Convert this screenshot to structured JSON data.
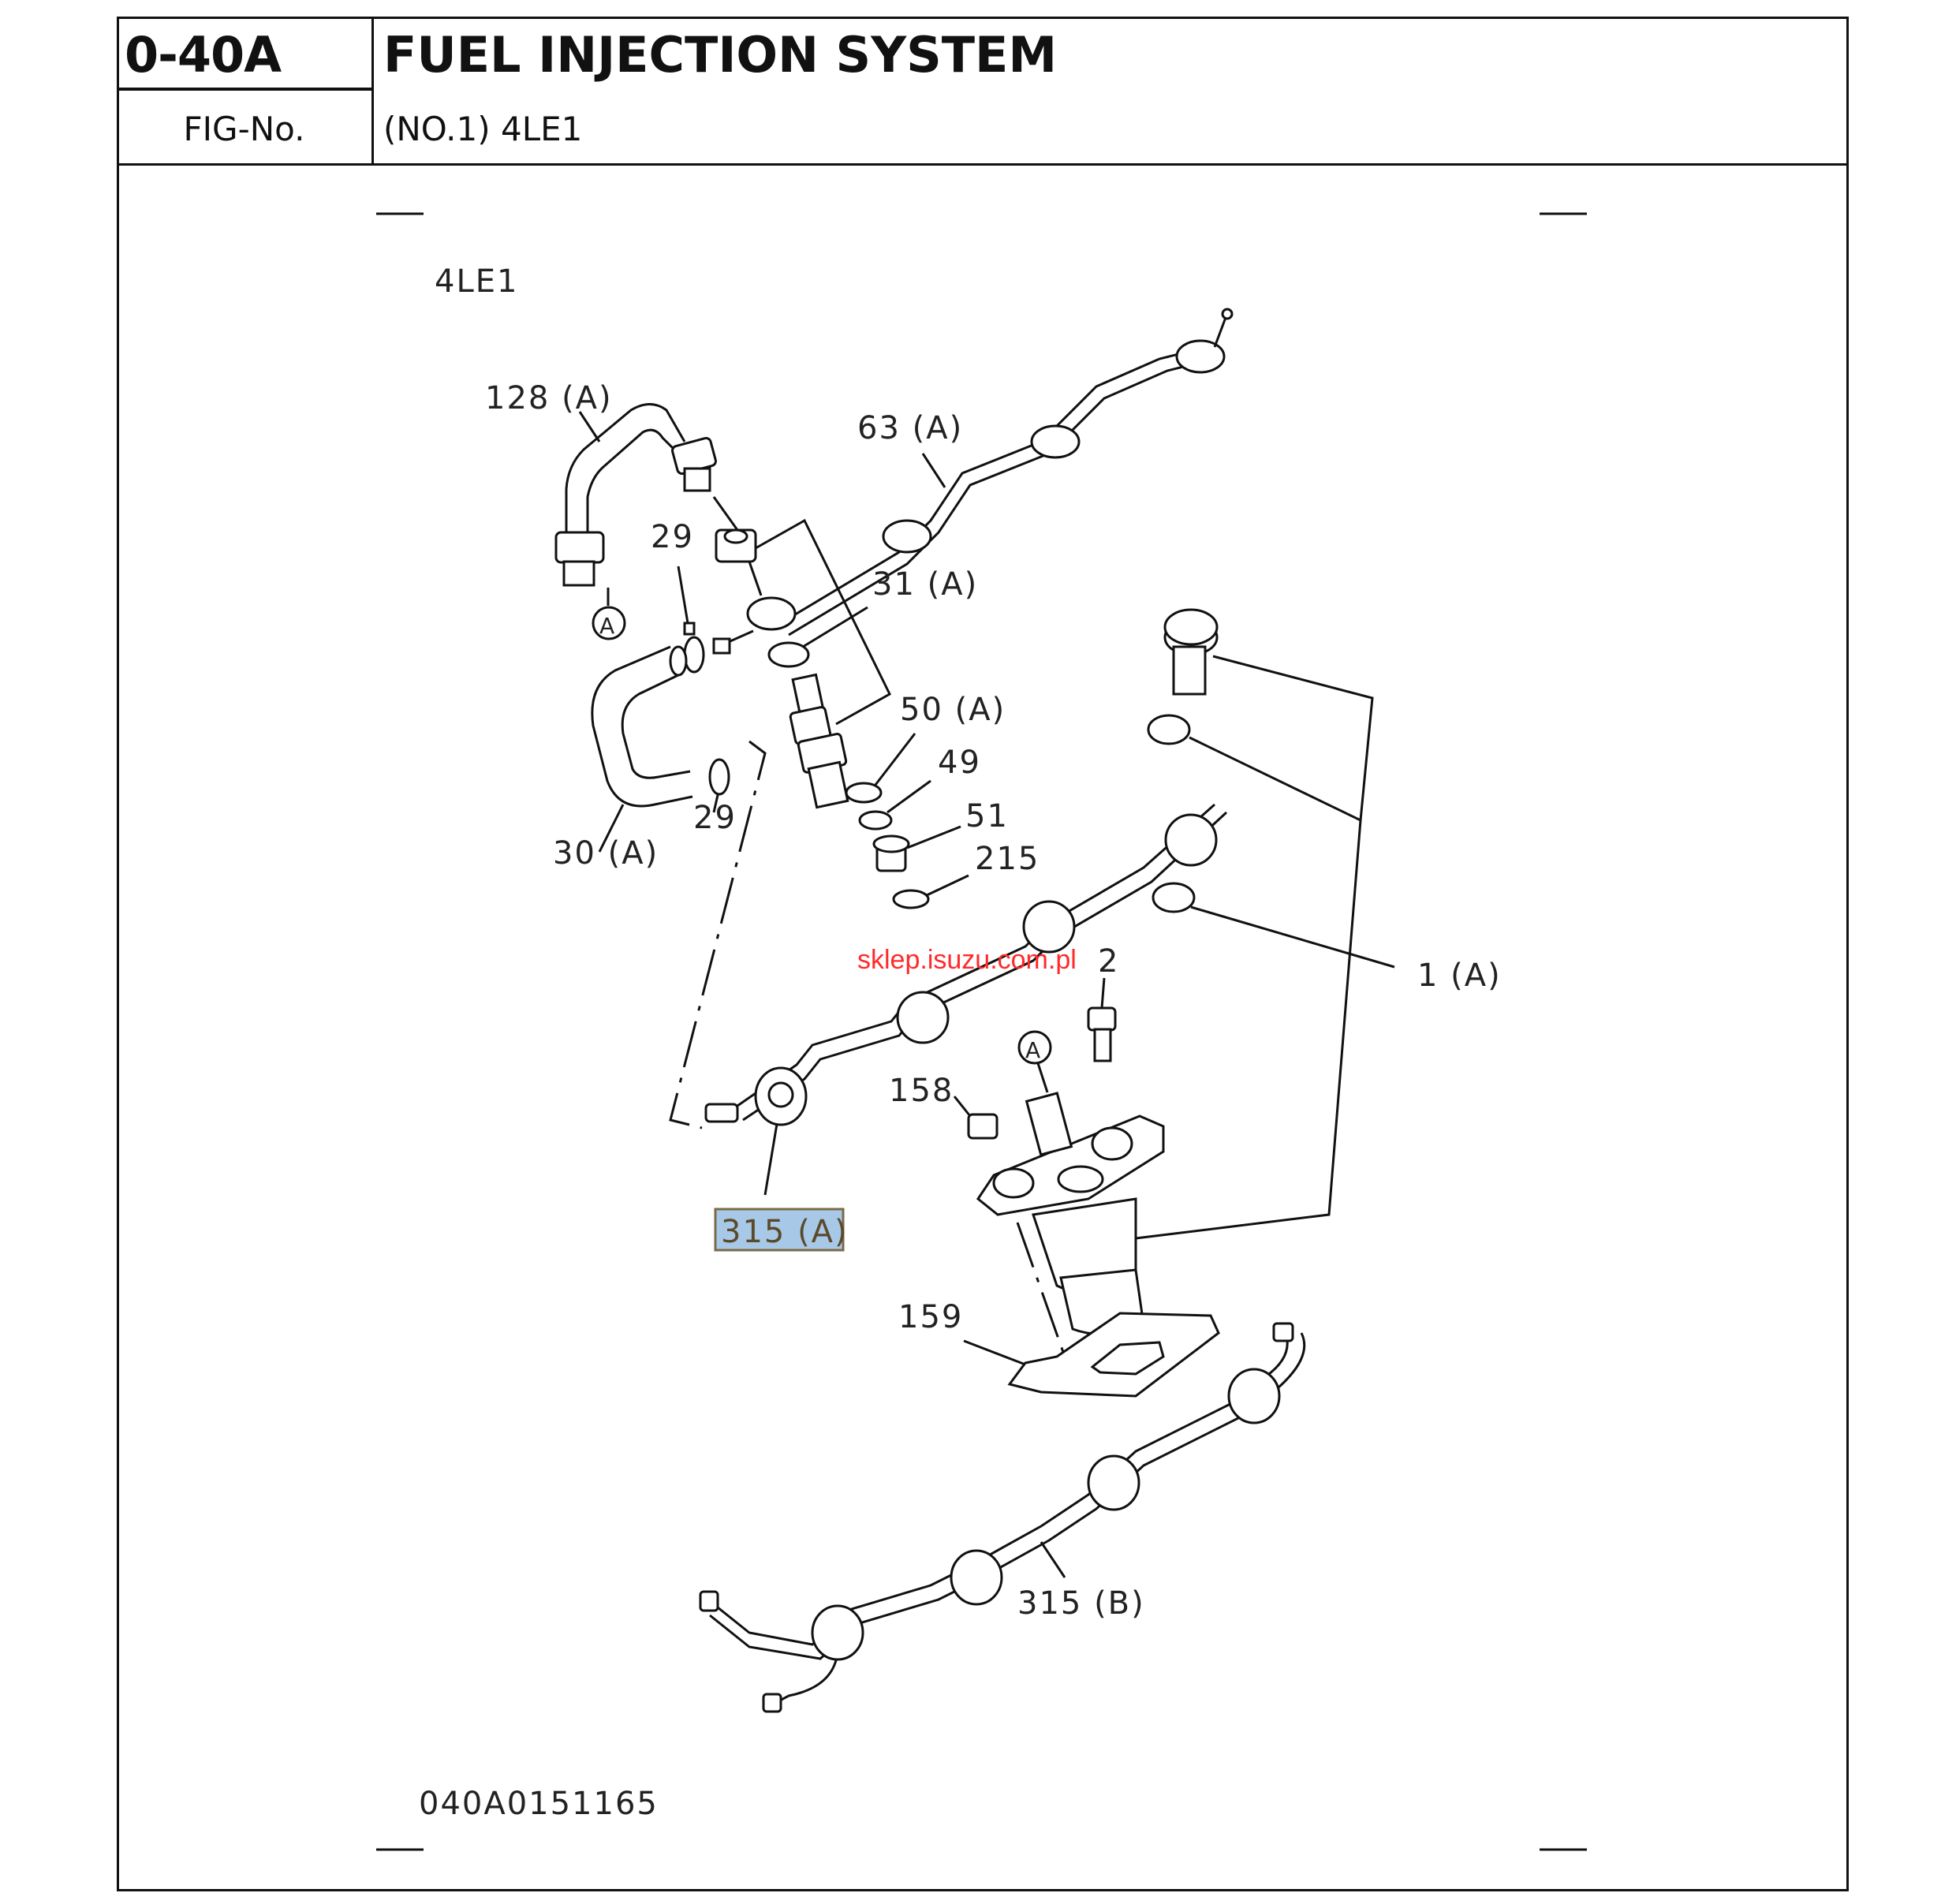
{
  "header": {
    "code": "0-40A",
    "title": "FUEL INJECTION SYSTEM",
    "fig_label": "FIG-No.",
    "subtitle": "(NO.1) 4LE1"
  },
  "diagram": {
    "model_label": "4LE1",
    "drawing_number": "040A0151165",
    "watermark": "sklep.isuzu.com.pl",
    "highlight_color": "#a8c8e8",
    "watermark_color": "#ff2a2a",
    "callouts": [
      {
        "id": "128A",
        "label": "128 (A)"
      },
      {
        "id": "63A",
        "label": "63 (A)"
      },
      {
        "id": "29a",
        "label": "29"
      },
      {
        "id": "31A",
        "label": "31 (A)"
      },
      {
        "id": "50A",
        "label": "50 (A)"
      },
      {
        "id": "49",
        "label": "49"
      },
      {
        "id": "51",
        "label": "51"
      },
      {
        "id": "215",
        "label": "215"
      },
      {
        "id": "29b",
        "label": "29"
      },
      {
        "id": "30A",
        "label": "30 (A)"
      },
      {
        "id": "1A",
        "label": "1 (A)"
      },
      {
        "id": "2",
        "label": "2"
      },
      {
        "id": "158",
        "label": "158"
      },
      {
        "id": "315A",
        "label": "315 (A)",
        "highlighted": true
      },
      {
        "id": "159",
        "label": "159"
      },
      {
        "id": "315B",
        "label": "315 (B)"
      }
    ],
    "reference_markers": [
      {
        "id": "refA1",
        "label": "A"
      },
      {
        "id": "refA2",
        "label": "A"
      }
    ]
  }
}
